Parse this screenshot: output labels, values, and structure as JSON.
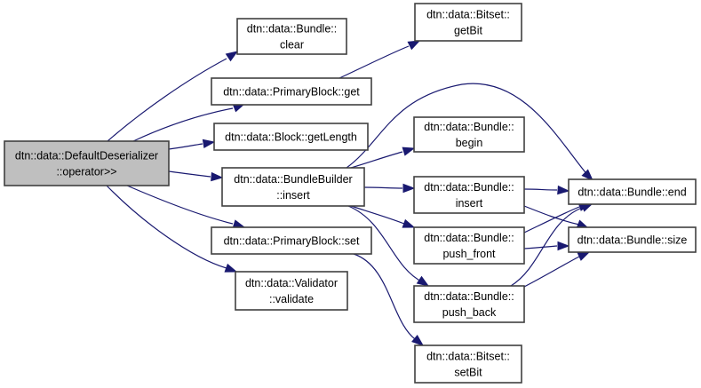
{
  "diagram": {
    "type": "call-graph",
    "colors": {
      "edge": "#191970",
      "root_fill": "#bfbfbf",
      "node_fill": "#ffffff",
      "node_border": "#404040"
    },
    "nodes": [
      {
        "id": "root",
        "lines": [
          "dtn::data::DefaultDeserializer",
          "::operator>>"
        ],
        "root": true
      },
      {
        "id": "bundle_clear",
        "lines": [
          "dtn::data::Bundle::",
          "clear"
        ]
      },
      {
        "id": "primaryblock_get",
        "lines": [
          "dtn::data::PrimaryBlock::get"
        ]
      },
      {
        "id": "block_getlength",
        "lines": [
          "dtn::data::Block::getLength"
        ]
      },
      {
        "id": "bundlebuilder_insert",
        "lines": [
          "dtn::data::BundleBuilder",
          "::insert"
        ]
      },
      {
        "id": "primaryblock_set",
        "lines": [
          "dtn::data::PrimaryBlock::set"
        ]
      },
      {
        "id": "validator_validate",
        "lines": [
          "dtn::data::Validator",
          "::validate"
        ]
      },
      {
        "id": "bitset_getbit",
        "lines": [
          "dtn::data::Bitset::",
          "getBit"
        ]
      },
      {
        "id": "bundle_begin",
        "lines": [
          "dtn::data::Bundle::",
          "begin"
        ]
      },
      {
        "id": "bundle_insert",
        "lines": [
          "dtn::data::Bundle::",
          "insert"
        ]
      },
      {
        "id": "bundle_push_front",
        "lines": [
          "dtn::data::Bundle::",
          "push_front"
        ]
      },
      {
        "id": "bundle_push_back",
        "lines": [
          "dtn::data::Bundle::",
          "push_back"
        ]
      },
      {
        "id": "bitset_setbit",
        "lines": [
          "dtn::data::Bitset::",
          "setBit"
        ]
      },
      {
        "id": "bundle_end",
        "lines": [
          "dtn::data::Bundle::end"
        ]
      },
      {
        "id": "bundle_size",
        "lines": [
          "dtn::data::Bundle::size"
        ]
      }
    ],
    "edges": [
      {
        "from": "root",
        "to": "bundle_clear"
      },
      {
        "from": "root",
        "to": "primaryblock_get"
      },
      {
        "from": "root",
        "to": "block_getlength"
      },
      {
        "from": "root",
        "to": "bundlebuilder_insert"
      },
      {
        "from": "root",
        "to": "primaryblock_set"
      },
      {
        "from": "root",
        "to": "validator_validate"
      },
      {
        "from": "primaryblock_get",
        "to": "bitset_getbit"
      },
      {
        "from": "bundlebuilder_insert",
        "to": "bundle_begin"
      },
      {
        "from": "bundlebuilder_insert",
        "to": "bundle_end"
      },
      {
        "from": "bundlebuilder_insert",
        "to": "bundle_insert"
      },
      {
        "from": "bundlebuilder_insert",
        "to": "bundle_push_front"
      },
      {
        "from": "bundlebuilder_insert",
        "to": "bundle_push_back"
      },
      {
        "from": "primaryblock_set",
        "to": "bitset_setbit"
      },
      {
        "from": "bundle_insert",
        "to": "bundle_end"
      },
      {
        "from": "bundle_insert",
        "to": "bundle_size"
      },
      {
        "from": "bundle_push_front",
        "to": "bundle_end"
      },
      {
        "from": "bundle_push_front",
        "to": "bundle_size"
      },
      {
        "from": "bundle_push_back",
        "to": "bundle_end"
      },
      {
        "from": "bundle_push_back",
        "to": "bundle_size"
      }
    ]
  }
}
